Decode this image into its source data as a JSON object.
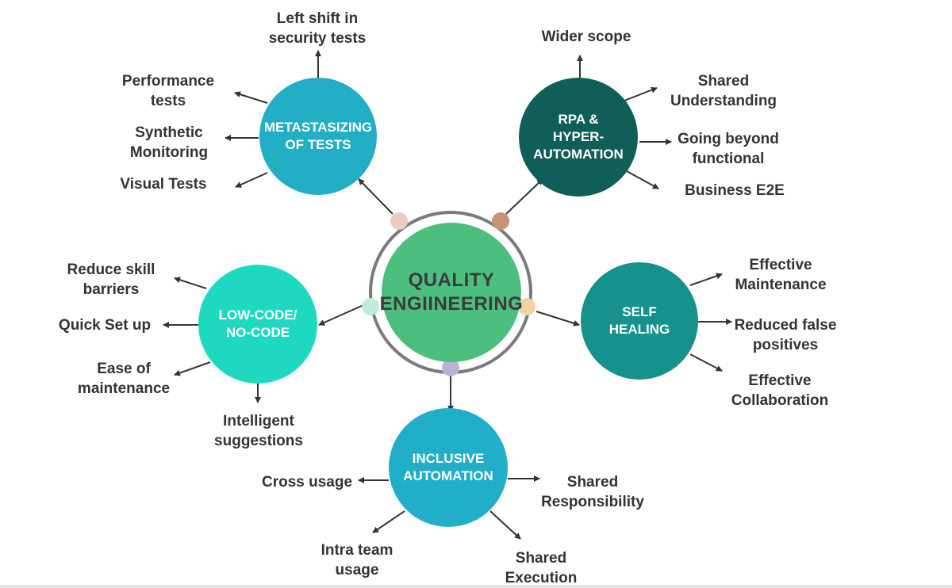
{
  "center": {
    "label_line1": "QUALITY",
    "label_line2": "ENGIINEERING",
    "color": "#4cbf7f"
  },
  "nodes": {
    "metastasizing": {
      "line1": "METASTASIZING",
      "line2": "OF TESTS",
      "color": "#22afc6",
      "labels": [
        "Left shift in\nsecurity tests",
        "Performance\ntests",
        "Synthetic\nMonitoring",
        "Visual Tests"
      ]
    },
    "rpa": {
      "line1": "RPA &",
      "line2": "HYPER-",
      "line3": "AUTOMATION",
      "color": "#0f5f58",
      "labels": [
        "Wider scope",
        "Shared\nUnderstanding",
        "Going beyond\nfunctional",
        "Business E2E"
      ]
    },
    "low_code": {
      "line1": "LOW-CODE/",
      "line2": "NO-CODE",
      "color": "#1ed9c0",
      "labels": [
        "Reduce skill\nbarriers",
        "Quick Set up",
        "Ease of\nmaintenance",
        "Intelligent\nsuggestions"
      ]
    },
    "self_healing": {
      "line1": "SELF",
      "line2": "HEALING",
      "color": "#16918c",
      "labels": [
        "Effective\nMaintenance",
        "Reduced false\npositives",
        "Effective\nCollaboration"
      ]
    },
    "inclusive": {
      "line1": "INCLUSIVE",
      "line2": "AUTOMATION",
      "color": "#21aec9",
      "labels": [
        "Cross usage",
        "Shared\nResponsibility",
        "Intra team\nusage",
        "Shared\nExecution"
      ]
    }
  },
  "connector_dots": {
    "top_left": "#ebcbbf",
    "top_right": "#c89275",
    "left": "#c2ead9",
    "right": "#f3d2a6",
    "bottom": "#b8b4d6"
  },
  "arrow_color": "#333333",
  "ring_color": "#7a7a7a"
}
